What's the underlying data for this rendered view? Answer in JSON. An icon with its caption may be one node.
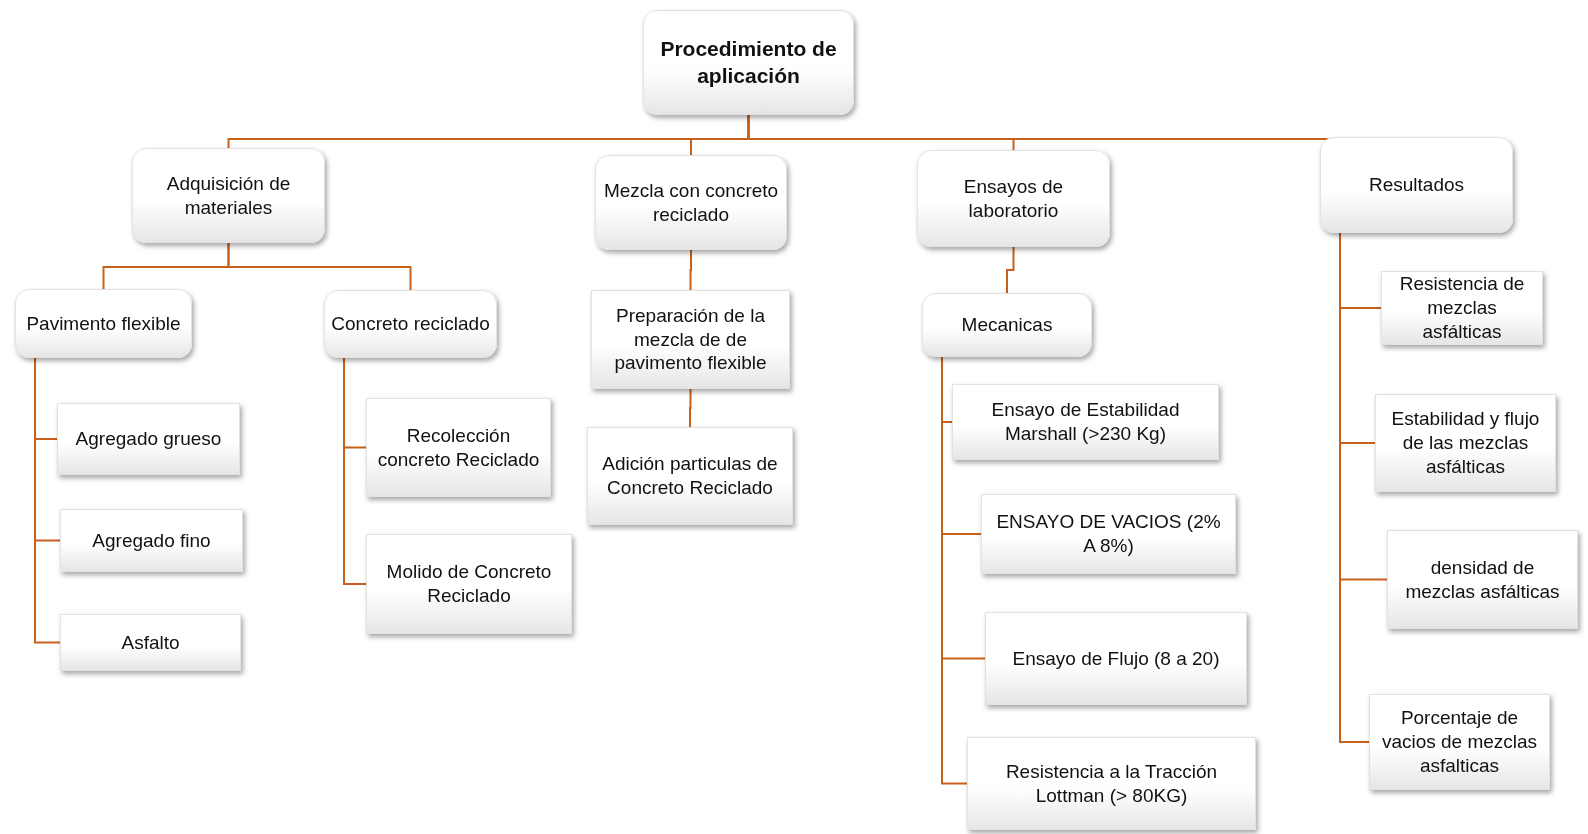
{
  "diagram": {
    "nodes": [
      {
        "text": [
          "Procedimiento de aplicación"
        ]
      },
      {
        "text": [
          "Adquisición de materiales"
        ]
      },
      {
        "text": [
          "Mezcla con concreto reciclado"
        ]
      },
      {
        "text": [
          "Ensayos de laboratorio"
        ]
      },
      {
        "text": [
          "Resultados"
        ]
      },
      {
        "text": [
          "Pavimento flexible"
        ]
      },
      {
        "text": [
          "Concreto reciclado"
        ]
      },
      {
        "text": [
          "Agregado grueso"
        ]
      },
      {
        "text": [
          "Agregado fino"
        ]
      },
      {
        "text": [
          "Asfalto"
        ]
      },
      {
        "text": [
          "Recolección concreto Reciclado"
        ]
      },
      {
        "text": [
          "Molido de Concreto Reciclado"
        ]
      },
      {
        "text": [
          "Preparación de la mezcla de de pavimento flexible"
        ]
      },
      {
        "text": [
          "Adición particulas de Concreto Reciclado"
        ]
      },
      {
        "text": [
          "Mecanicas"
        ]
      },
      {
        "text": [
          "Ensayo de Estabilidad Marshall (>230 Kg)"
        ]
      },
      {
        "text": [
          "ENSAYO DE VACIOS (2% A 8%)"
        ]
      },
      {
        "text": [
          "Ensayo de Flujo (8 a 20)"
        ]
      },
      {
        "text": [
          "Resistencia a la Tracción Lottman (> 80KG)"
        ]
      },
      {
        "text": [
          "Resistencia de mezclas asfálticas"
        ]
      },
      {
        "text": [
          "Estabilidad y flujo de las mezclas asfálticas"
        ]
      },
      {
        "text": [
          "densidad de mezclas asfálticas"
        ]
      },
      {
        "text": [
          "Porcentaje de vacios de mezclas asfalticas"
        ]
      }
    ],
    "edges": [
      {
        "from": 0,
        "to": 1,
        "arrow": "none"
      },
      {
        "from": 0,
        "to": 2,
        "arrow": "none"
      },
      {
        "from": 0,
        "to": 3,
        "arrow": "none"
      },
      {
        "from": 0,
        "to": 4,
        "arrow": "none"
      },
      {
        "from": 1,
        "to": 5,
        "arrow": "none"
      },
      {
        "from": 1,
        "to": 6,
        "arrow": "none"
      },
      {
        "from": 5,
        "to": 7,
        "arrow": "none"
      },
      {
        "from": 5,
        "to": 8,
        "arrow": "none"
      },
      {
        "from": 5,
        "to": 9,
        "arrow": "none"
      },
      {
        "from": 6,
        "to": 10,
        "arrow": "none"
      },
      {
        "from": 6,
        "to": 11,
        "arrow": "none"
      },
      {
        "from": 2,
        "to": 12,
        "arrow": "none"
      },
      {
        "from": 12,
        "to": 13,
        "arrow": "none"
      },
      {
        "from": 3,
        "to": 14,
        "arrow": "none"
      },
      {
        "from": 14,
        "to": 15,
        "arrow": "none"
      },
      {
        "from": 14,
        "to": 16,
        "arrow": "none"
      },
      {
        "from": 14,
        "to": 17,
        "arrow": "none"
      },
      {
        "from": 14,
        "to": 18,
        "arrow": "none"
      },
      {
        "from": 4,
        "to": 19,
        "arrow": "none"
      },
      {
        "from": 4,
        "to": 20,
        "arrow": "none"
      },
      {
        "from": 4,
        "to": 21,
        "arrow": "none"
      },
      {
        "from": 4,
        "to": 22,
        "arrow": "none"
      }
    ]
  }
}
